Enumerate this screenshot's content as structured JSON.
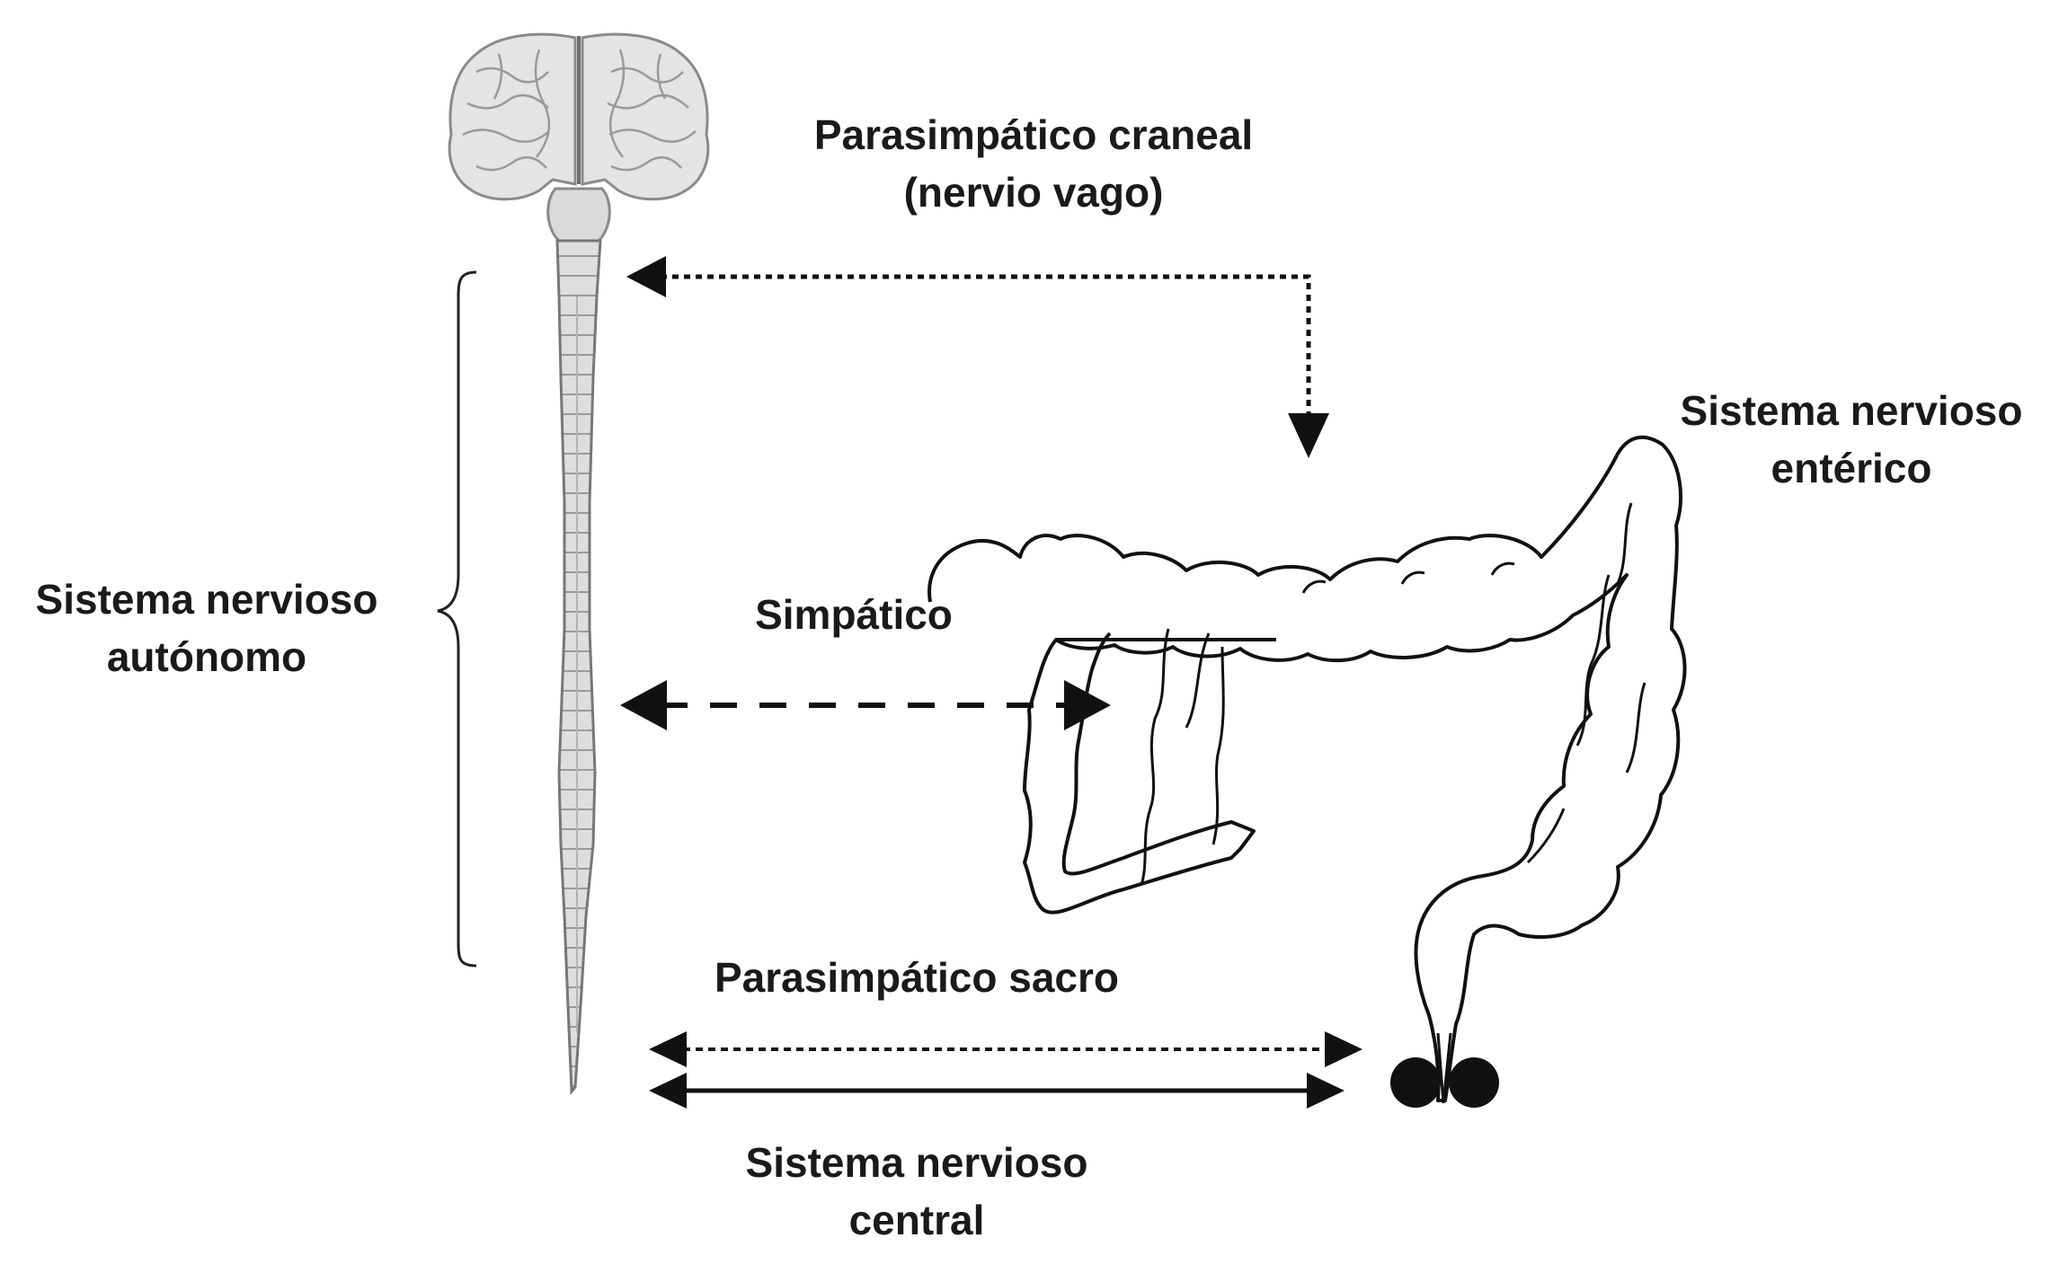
{
  "labels": {
    "cranial_line1": "Parasimpático craneal",
    "cranial_line2": "(nervio vago)",
    "enteric_line1": "Sistema nervioso",
    "enteric_line2": "entérico",
    "ans_line1": "Sistema nervioso",
    "ans_line2": "autónomo",
    "sympathetic": "Simpático",
    "sacral": "Parasimpático sacro",
    "cns_line1": "Sistema nervioso",
    "cns_line2": "central"
  },
  "colors": {
    "ink": "#1a1a1a",
    "brain_fill": "#e6e6e6",
    "cord_fill": "#dcdcdc",
    "background": "#ffffff"
  }
}
